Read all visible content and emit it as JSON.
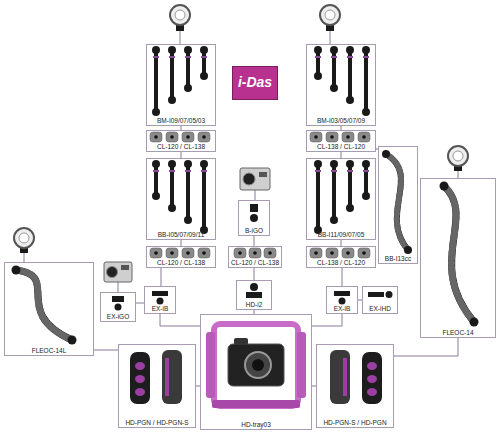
{
  "diagram": {
    "nodes": [
      {
        "text": [
          "BM-I09/07/05/03"
        ]
      },
      {
        "text": [
          "i-Das"
        ]
      },
      {
        "text": [
          "BM-I03/05/07/09"
        ]
      },
      {
        "text": [
          "CL-120 / CL-138"
        ]
      },
      {
        "text": [
          "CL-138 / CL-120"
        ]
      },
      {
        "text": [
          "BB-I05/07/09/11"
        ]
      },
      {
        "text": [
          "B-iGO"
        ]
      },
      {
        "text": [
          "BB-I11/09/07/05"
        ]
      },
      {
        "text": [
          "BB-I13cc"
        ]
      },
      {
        "text": [
          "FLEOC-14"
        ]
      },
      {
        "text": [
          "CL-120 / CL-138"
        ]
      },
      {
        "text": [
          "CL-120 / CL-138"
        ]
      },
      {
        "text": [
          "CL-138 / CL-120"
        ]
      },
      {
        "text": [
          "FLEOC-14L"
        ]
      },
      {
        "text": [
          "EX-iGO"
        ]
      },
      {
        "text": [
          "EX-iB"
        ]
      },
      {
        "text": [
          "HD-i2"
        ]
      },
      {
        "text": [
          "EX-iB"
        ]
      },
      {
        "text": [
          "EX-iHD"
        ]
      },
      {
        "text": [
          "HD-PGN / HD-PGN-S"
        ]
      },
      {
        "text": [
          "HD-tray03"
        ]
      },
      {
        "text": [
          "HD-PGN-S / HD-PGN"
        ]
      }
    ],
    "edges": [
      {
        "from": 0,
        "to": 3,
        "arrow": "none"
      },
      {
        "from": 3,
        "to": 5,
        "arrow": "none"
      },
      {
        "from": 5,
        "to": 10,
        "arrow": "none"
      },
      {
        "from": 2,
        "to": 4,
        "arrow": "none"
      },
      {
        "from": 4,
        "to": 7,
        "arrow": "none"
      },
      {
        "from": 7,
        "to": 12,
        "arrow": "none"
      },
      {
        "from": 4,
        "to": 8,
        "arrow": "none"
      },
      {
        "from": 6,
        "to": 11,
        "arrow": "none"
      },
      {
        "from": 10,
        "to": 15,
        "arrow": "none"
      },
      {
        "from": 11,
        "to": 16,
        "arrow": "none"
      },
      {
        "from": 12,
        "to": 17,
        "arrow": "none"
      },
      {
        "from": 14,
        "to": 15,
        "arrow": "none"
      },
      {
        "from": 18,
        "to": 17,
        "arrow": "none"
      },
      {
        "from": 15,
        "to": 20,
        "arrow": "none"
      },
      {
        "from": 16,
        "to": 20,
        "arrow": "none"
      },
      {
        "from": 17,
        "to": 20,
        "arrow": "none"
      },
      {
        "from": 13,
        "to": 19,
        "arrow": "none"
      },
      {
        "from": 9,
        "to": 21,
        "arrow": "none"
      },
      {
        "from": 19,
        "to": 20,
        "arrow": "none"
      },
      {
        "from": 21,
        "to": 20,
        "arrow": "none"
      }
    ]
  }
}
